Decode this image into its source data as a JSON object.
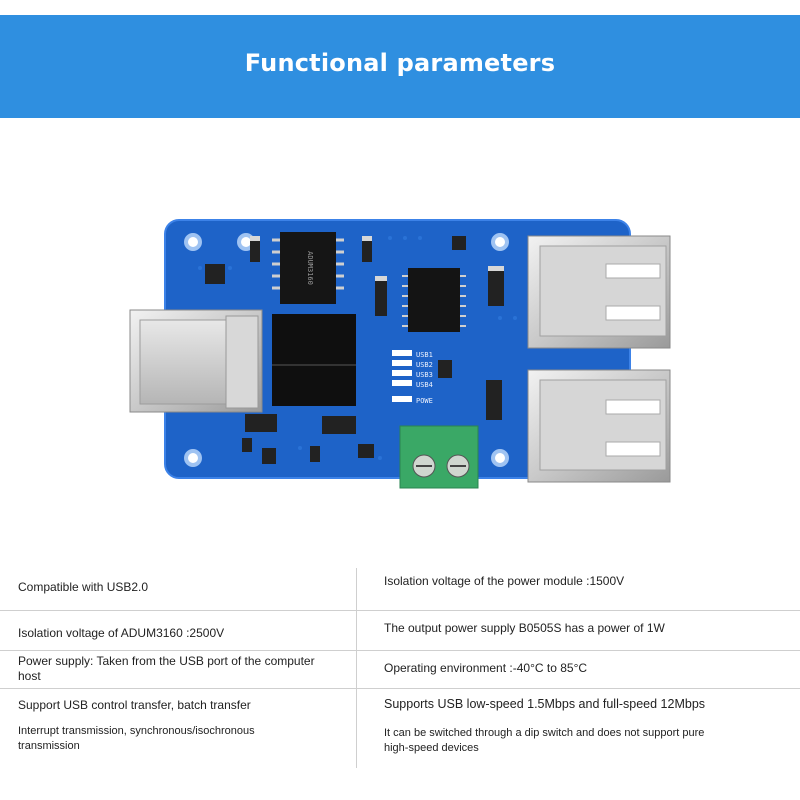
{
  "header": {
    "title": "Functional parameters"
  },
  "board": {
    "chip_label": "ADUM3160",
    "silk": [
      "USB1",
      "USB2",
      "USB3",
      "USB4",
      "POWE"
    ]
  },
  "specs": {
    "left": [
      "Compatible with USB2.0",
      "Isolation voltage of ADUM3160 :2500V",
      "Power supply: Taken from the USB port of the computer host",
      "Support USB control transfer, batch transfer",
      "Interrupt transmission, synchronous/isochronous transmission"
    ],
    "right": [
      "Isolation voltage of the power module :1500V",
      "The output power supply B0505S has a power of 1W",
      "Operating environment :-40°C to 85°C",
      "Supports USB low-speed 1.5Mbps and full-speed 12Mbps",
      "It can be switched through a dip switch and does not support pure high-speed devices"
    ]
  },
  "colors": {
    "banner": "#2f8fe0",
    "pcb": "#1e63c8",
    "terminal": "#3aa866"
  }
}
